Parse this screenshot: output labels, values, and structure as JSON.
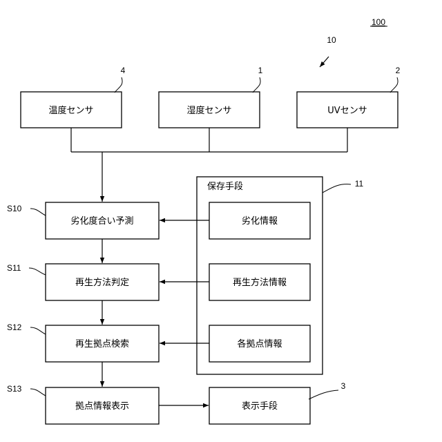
{
  "figure_number": "100",
  "system_ref": "10",
  "sensors": [
    {
      "label": "温度センサ",
      "ref": "4"
    },
    {
      "label": "湿度センサ",
      "ref": "1"
    },
    {
      "label": "UVセンサ",
      "ref": "2"
    }
  ],
  "storage": {
    "title": "保存手段",
    "ref": "11",
    "items": [
      "劣化情報",
      "再生方法情報",
      "各拠点情報"
    ]
  },
  "steps": [
    {
      "id": "S10",
      "label": "劣化度合い予測"
    },
    {
      "id": "S11",
      "label": "再生方法判定"
    },
    {
      "id": "S12",
      "label": "再生拠点検索"
    },
    {
      "id": "S13",
      "label": "拠点情報表示"
    }
  ],
  "display": {
    "label": "表示手段",
    "ref": "3"
  }
}
